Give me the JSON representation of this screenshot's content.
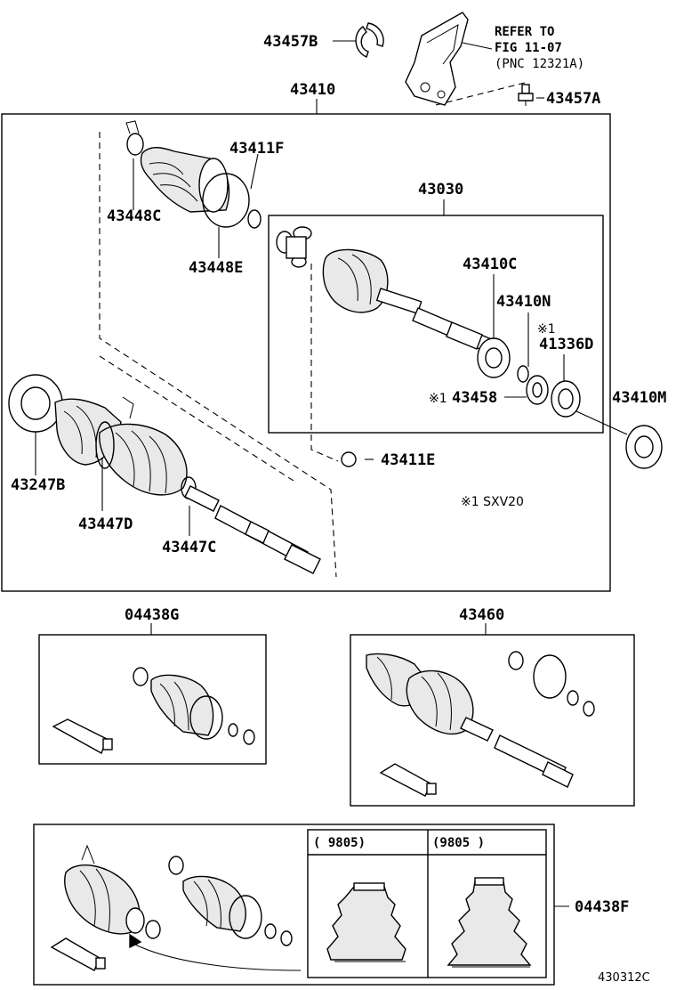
{
  "labels": {
    "p43457B": "43457B",
    "refer1": "REFER TO",
    "refer2": "FIG 11-07",
    "refer3": "(PNC 12321A)",
    "p43457A": "43457A",
    "p43410": "43410",
    "p43411F": "43411F",
    "p43448C": "43448C",
    "p43448E": "43448E",
    "p43030": "43030",
    "p43410C": "43410C",
    "p43410N": "43410N",
    "mark1a": "※1",
    "p41336D": "41336D",
    "mark1b": "※1",
    "p43458": "43458",
    "p43410M": "43410M",
    "p43247B": "43247B",
    "p43411E": "43411E",
    "note": "※1  SXV20",
    "p43447D": "43447D",
    "p43447C": "43447C",
    "p04438G": "04438G",
    "p43460": "43460",
    "col1": "(      9805)",
    "col2": "(9805      )",
    "p04438F": "04438F",
    "figno": "430312C"
  },
  "icons": [
    "clip-ring-icon",
    "bracket-icon",
    "bolt-icon",
    "boot-icon",
    "clamp-band-icon",
    "snap-ring-icon",
    "tripod-joint-icon",
    "outer-joint-icon",
    "bearing-icon",
    "oil-seal-icon",
    "drive-shaft-icon",
    "grease-tube-icon",
    "boot-profile-icon"
  ]
}
